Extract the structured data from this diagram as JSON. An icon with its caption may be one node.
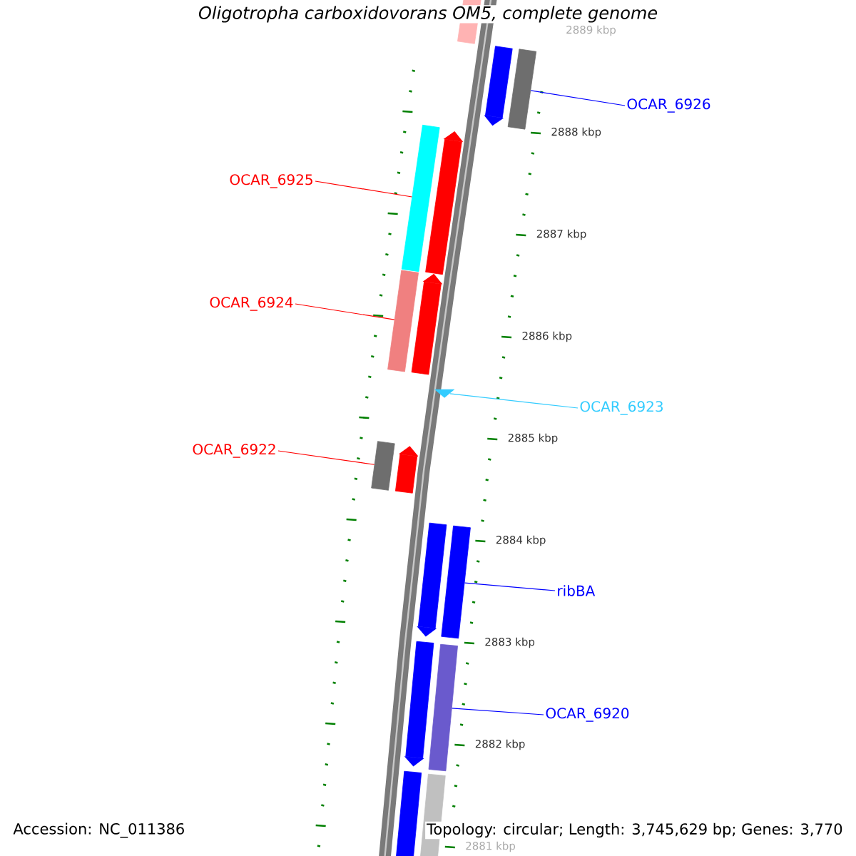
{
  "diagram": {
    "title": "Oligotropha carboxidovorans OM5, complete genome",
    "nodes": [
      {
        "text": [],
        "shape": "bar"
      },
      {
        "text": [],
        "shape": "bar"
      },
      {
        "text": [],
        "shape": "bar"
      },
      {
        "text": [
          "OCAR_6926"
        ]
      },
      {
        "text": [],
        "shape": "bar"
      },
      {
        "text": [],
        "shape": "bar"
      },
      {
        "text": [
          "OCAR_6925"
        ]
      },
      {
        "text": [],
        "shape": "bar"
      },
      {
        "text": [],
        "shape": "bar"
      },
      {
        "text": [
          "OCAR_6924"
        ]
      },
      {
        "text": [],
        "shape": "triangle"
      },
      {
        "text": [
          "OCAR_6923"
        ]
      },
      {
        "text": [],
        "shape": "bar"
      },
      {
        "text": [],
        "shape": "bar"
      },
      {
        "text": [
          "OCAR_6922"
        ]
      },
      {
        "text": [],
        "shape": "bar"
      },
      {
        "text": [],
        "shape": "bar"
      },
      {
        "text": [
          "ribBA"
        ]
      },
      {
        "text": [],
        "shape": "bar"
      },
      {
        "text": [],
        "shape": "bar"
      },
      {
        "text": [
          "OCAR_6920"
        ]
      },
      {
        "text": [],
        "shape": "bar"
      },
      {
        "text": [],
        "shape": "bar"
      }
    ],
    "edges": [
      {
        "from": 3,
        "to": 2,
        "arrow": "none",
        "color": "#0000ff"
      },
      {
        "from": 6,
        "to": 4,
        "arrow": "none",
        "color": "#ff0000"
      },
      {
        "from": 9,
        "to": 7,
        "arrow": "none",
        "color": "#ff0000"
      },
      {
        "from": 11,
        "to": 10,
        "arrow": "none",
        "color": "#33ccff"
      },
      {
        "from": 14,
        "to": 12,
        "arrow": "none",
        "color": "#ff0000"
      },
      {
        "from": 17,
        "to": 16,
        "arrow": "none",
        "color": "#0000ff"
      },
      {
        "from": 20,
        "to": 19,
        "arrow": "none",
        "color": "#0000ff"
      }
    ],
    "labels": [
      "2889 kbp",
      "2888 kbp",
      "2887 kbp",
      "2886 kbp",
      "2885 kbp",
      "2884 kbp",
      "2883 kbp",
      "2882 kbp",
      "2881 kbp",
      "Accession: NC_011386",
      "Topology: circular; Length: 3,745,629 bp; Genes: 3,770"
    ]
  }
}
